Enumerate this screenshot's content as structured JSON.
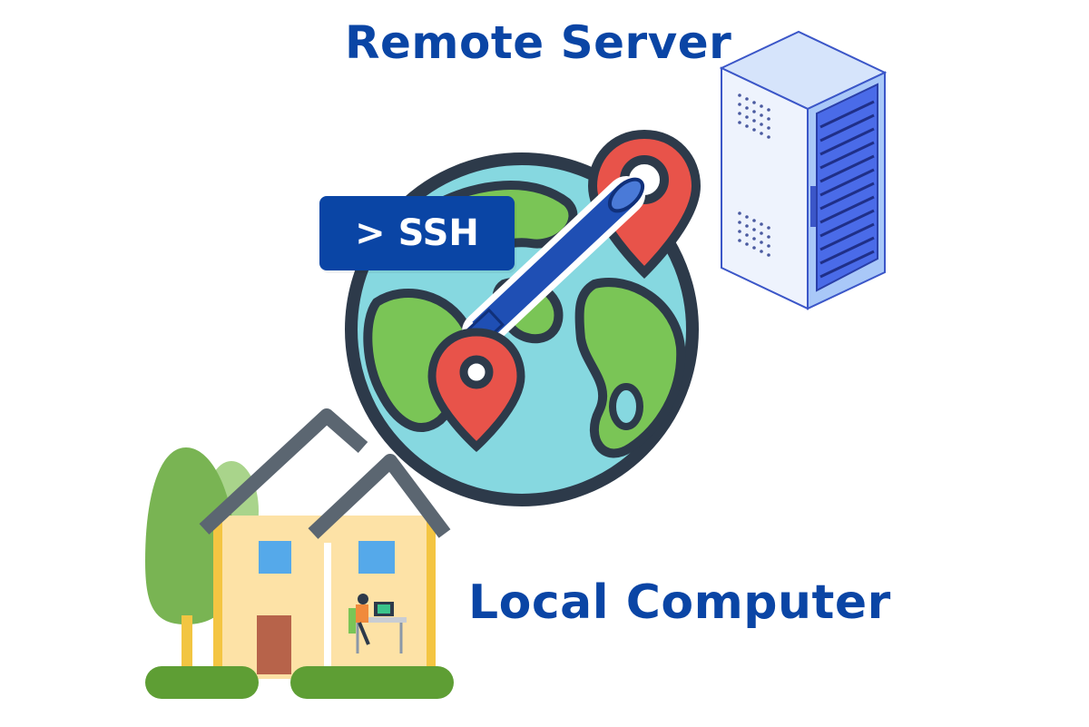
{
  "labels": {
    "remote": "Remote Server",
    "local": "Local Computer",
    "ssh": "> SSH"
  },
  "icons": [
    "globe-icon",
    "location-pin-icon",
    "ssh-tube-icon",
    "server-rack-icon",
    "house-icon",
    "tree-icon",
    "person-at-computer-icon"
  ],
  "colors": {
    "label_blue": "#0a45a5",
    "ocean": "#86d8e0",
    "land": "#7ac556",
    "outline": "#2d3a4a",
    "pin_red": "#e8534a",
    "tube_blue": "#1f4fb4",
    "server_blue": "#4a6be8",
    "server_light": "#a9c8f8",
    "house_wall": "#fde2a6",
    "house_roof": "#5b6671",
    "door": "#b7634a",
    "window": "#55a9ea",
    "tree": "#79b453",
    "grass": "#5e9e34"
  }
}
